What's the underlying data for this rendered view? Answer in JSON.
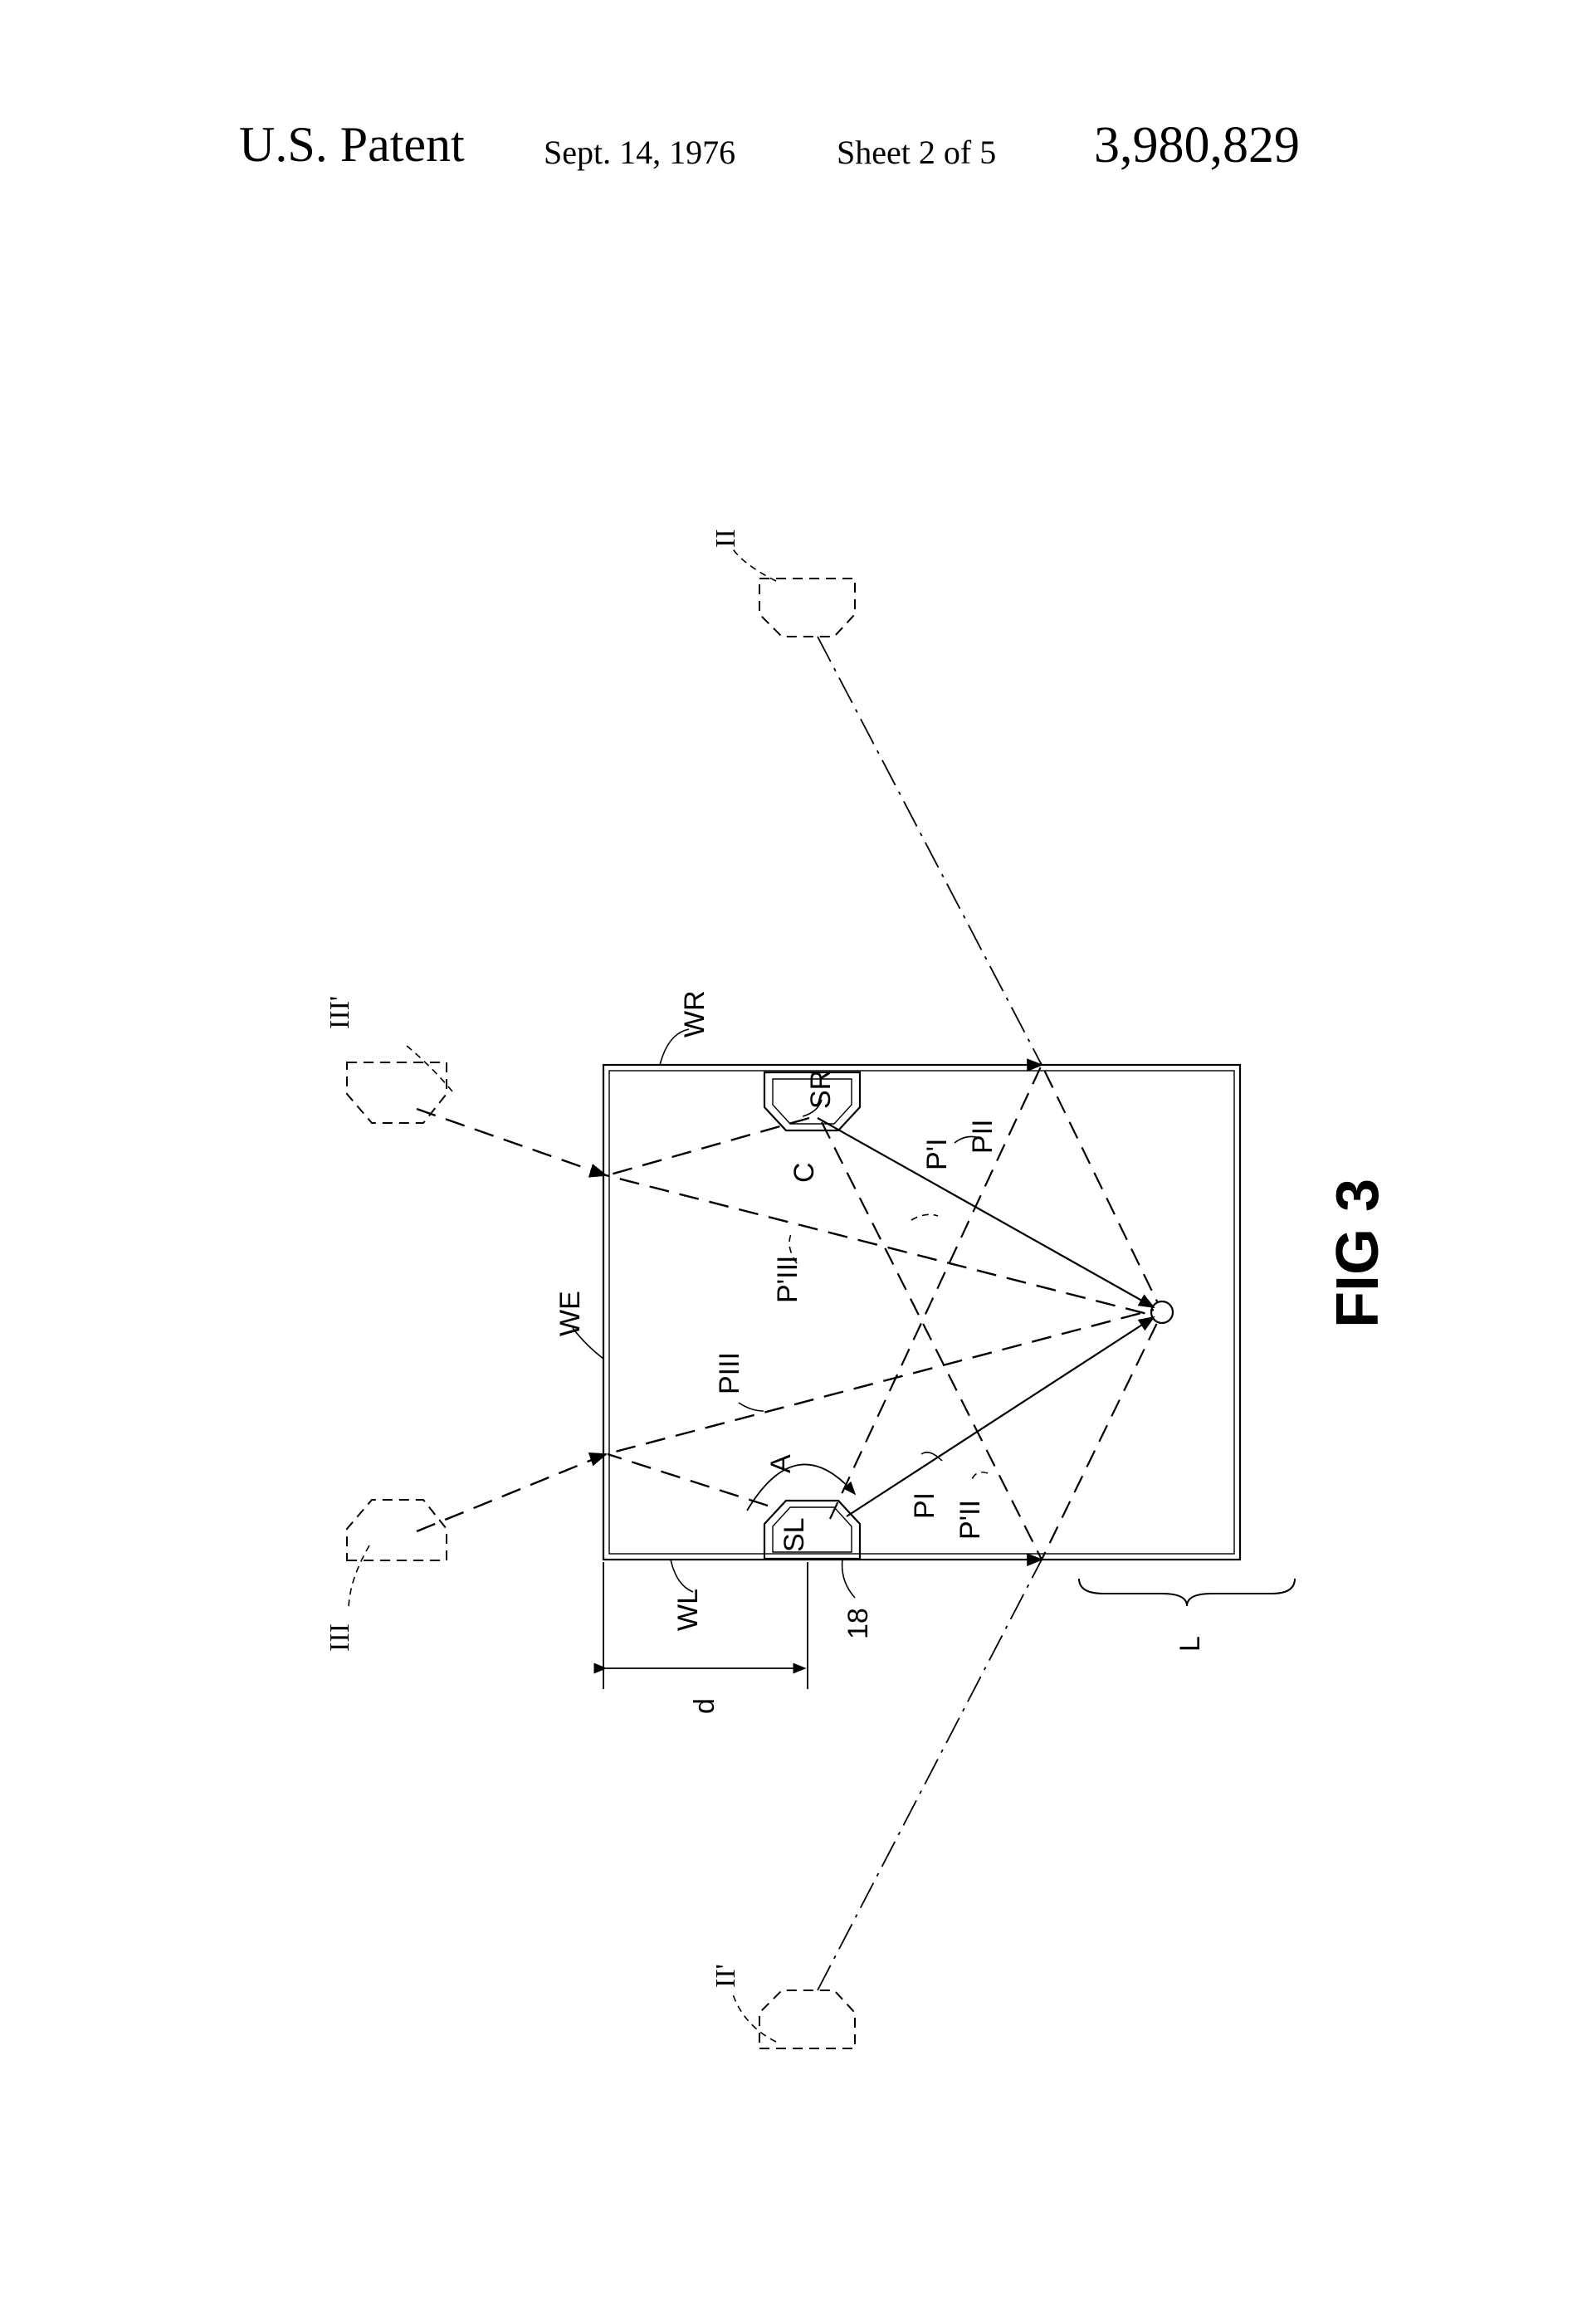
{
  "header": {
    "title": "U.S. Patent",
    "date": "Sept. 14, 1976",
    "sheet": "Sheet 2 of 5",
    "patent_number": "3,980,829"
  },
  "figure": {
    "caption": "FIG 3",
    "labels": {
      "w_r": "WR",
      "w_e": "WE",
      "w_l": "WL",
      "s_r": "SR",
      "s_l": "SL",
      "c": "C",
      "a": "A",
      "d": "d",
      "l": "L",
      "ref_18": "18",
      "p_1": "PI",
      "p_1_prime": "P'I",
      "p_2": "PII",
      "p_2_prime": "P'II",
      "p_3": "PIII",
      "p_3_prime": "P'III",
      "pos_2": "II",
      "pos_2_prime": "II'",
      "pos_3": "III",
      "pos_3_prime": "III'"
    }
  }
}
